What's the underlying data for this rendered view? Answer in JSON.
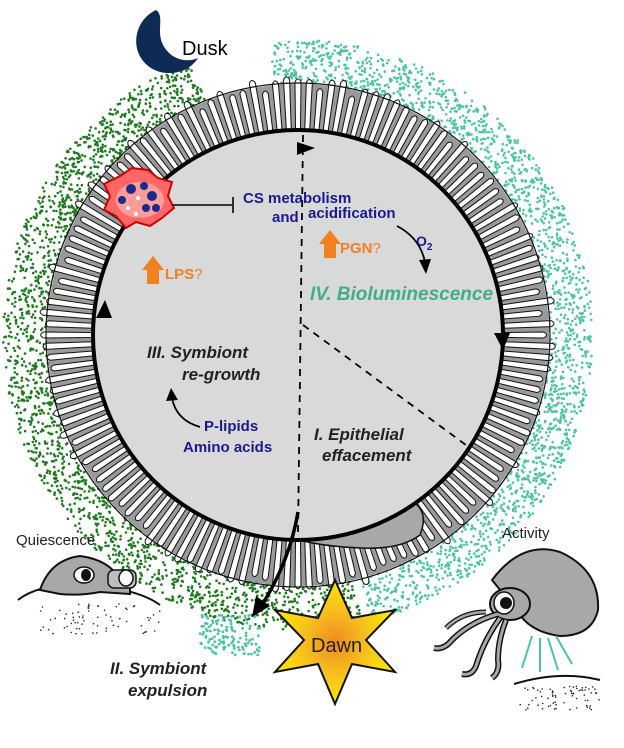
{
  "labels": {
    "dusk": "Dusk",
    "dawn": "Dawn",
    "quiescence": "Quiescence",
    "activity": "Activity",
    "cs_metabolism_line1": "CS metabolism",
    "cs_metabolism_line2a": "and",
    "cs_metabolism_line2b": "acidification",
    "lps": "LPS",
    "lps_q": "?",
    "pgn": "PGN",
    "pgn_q": "?",
    "o2": "O",
    "o2_sub": "2",
    "phase_iv": "IV. Bioluminescence",
    "phase_iii_line1": "III. Symbiont",
    "phase_iii_line2": "re-growth",
    "plipids": "P-lipids",
    "amino_acids": "Amino acids",
    "phase_i_line1": "I. Epithelial",
    "phase_i_line2": "effacement",
    "phase_ii_line1": "II. Symbiont",
    "phase_ii_line2": "expulsion"
  },
  "colors": {
    "dark_green": "#1f7a1f",
    "teal": "#4dc3a0",
    "navy": "#1a1a8c",
    "orange": "#f08020",
    "teal_text": "#3fae8a",
    "circle_fill": "#d9d9d9",
    "epithelium": "#9a9a9a",
    "moon": "#0f2a55",
    "cell_red": "#ff6666"
  }
}
